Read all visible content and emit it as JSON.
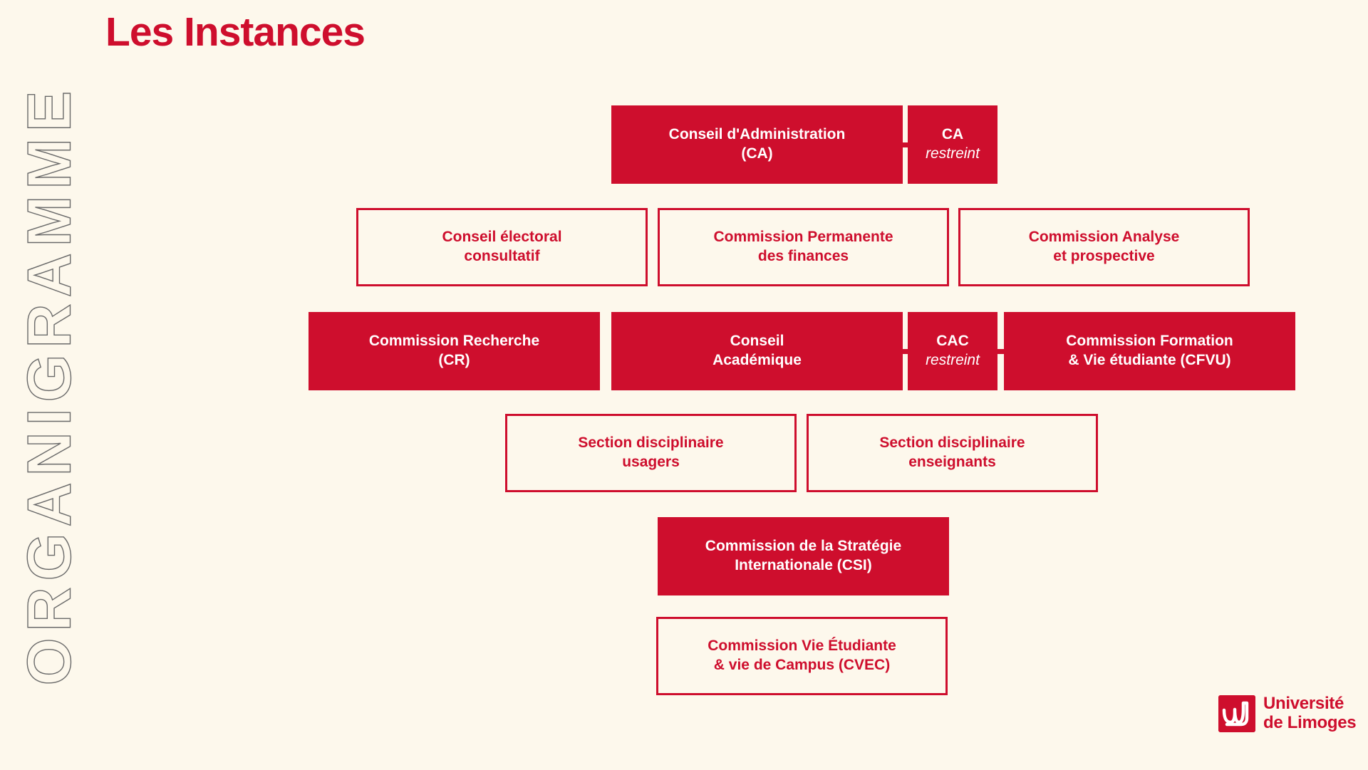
{
  "page": {
    "background_color": "#FDF8EC",
    "accent_color": "#CE0E2D",
    "side_word": "ORGANIGRAMME",
    "title": "Les Instances"
  },
  "chart_data": {
    "type": "diagram",
    "title": "Les Instances",
    "rows": [
      {
        "row": 1,
        "nodes": [
          {
            "id": "ca",
            "label_lines": [
              "Conseil d'Administration",
              "(CA)"
            ],
            "style": "filled"
          },
          {
            "id": "ca-restreint",
            "label_lines": [
              "CA",
              "restreint"
            ],
            "style": "filled",
            "italic_line": 1
          }
        ]
      },
      {
        "row": 2,
        "nodes": [
          {
            "id": "conseil-electoral",
            "label_lines": [
              "Conseil électoral",
              "consultatif"
            ],
            "style": "outline"
          },
          {
            "id": "commission-permanente",
            "label_lines": [
              "Commission Permanente",
              "des finances"
            ],
            "style": "outline"
          },
          {
            "id": "commission-analyse",
            "label_lines": [
              "Commission Analyse",
              "et prospective"
            ],
            "style": "outline"
          }
        ]
      },
      {
        "row": 3,
        "nodes": [
          {
            "id": "commission-recherche",
            "label_lines": [
              "Commission Recherche",
              "(CR)"
            ],
            "style": "filled"
          },
          {
            "id": "conseil-academique",
            "label_lines": [
              "Conseil",
              "Académique"
            ],
            "style": "filled"
          },
          {
            "id": "cac-restreint",
            "label_lines": [
              "CAC",
              "restreint"
            ],
            "style": "filled",
            "italic_line": 1
          },
          {
            "id": "commission-formation",
            "label_lines": [
              "Commission Formation",
              "& Vie étudiante  (CFVU)"
            ],
            "style": "filled"
          }
        ]
      },
      {
        "row": 4,
        "nodes": [
          {
            "id": "section-usagers",
            "label_lines": [
              "Section disciplinaire",
              "usagers"
            ],
            "style": "outline"
          },
          {
            "id": "section-enseignants",
            "label_lines": [
              "Section disciplinaire",
              "enseignants"
            ],
            "style": "outline"
          }
        ]
      },
      {
        "row": 5,
        "nodes": [
          {
            "id": "csi",
            "label_lines": [
              "Commission de la Stratégie",
              "Internationale (CSI)"
            ],
            "style": "filled"
          }
        ]
      },
      {
        "row": 6,
        "nodes": [
          {
            "id": "cvec",
            "label_lines": [
              "Commission Vie Étudiante",
              "& vie de Campus (CVEC)"
            ],
            "style": "outline"
          }
        ]
      }
    ]
  },
  "nodes": {
    "ca": {
      "line1": "Conseil d'Administration",
      "line2": "(CA)"
    },
    "ca_restreint": {
      "line1": "CA",
      "line2": "restreint"
    },
    "conseil_electoral": {
      "line1": "Conseil électoral",
      "line2": "consultatif"
    },
    "commission_permanente": {
      "line1": "Commission Permanente",
      "line2": "des finances"
    },
    "commission_analyse": {
      "line1": "Commission Analyse",
      "line2": "et prospective"
    },
    "commission_recherche": {
      "line1": "Commission Recherche",
      "line2": "(CR)"
    },
    "conseil_academique": {
      "line1": "Conseil",
      "line2": "Académique"
    },
    "cac_restreint": {
      "line1": "CAC",
      "line2": "restreint"
    },
    "commission_formation": {
      "line1": "Commission Formation",
      "line2": "& Vie étudiante  (CFVU)"
    },
    "section_usagers": {
      "line1": "Section disciplinaire",
      "line2": "usagers"
    },
    "section_enseignants": {
      "line1": "Section disciplinaire",
      "line2": "enseignants"
    },
    "csi": {
      "line1": "Commission de la Stratégie",
      "line2": "Internationale (CSI)"
    },
    "cvec": {
      "line1": "Commission Vie Étudiante",
      "line2": "& vie de Campus (CVEC)"
    }
  },
  "logo": {
    "monogram": "ul",
    "line1": "Université",
    "line2": "de Limoges"
  }
}
